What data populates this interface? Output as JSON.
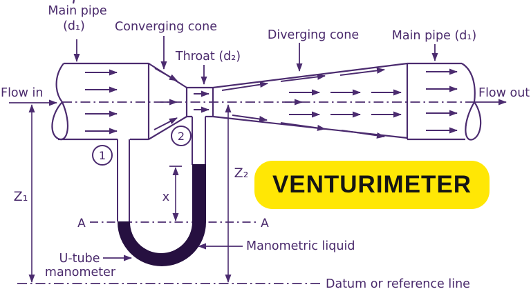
{
  "badge": {
    "text": "VENTURIMETER",
    "bg_color": "#FFE705",
    "text_color": "#151515"
  },
  "colors": {
    "line": "#4B2B6F",
    "text": "#4A2A6C",
    "liquid": "#261040",
    "background": "#FFFFFF"
  },
  "labels": {
    "main_pipe_left_l1": "Main pipe",
    "main_pipe_left_l2": "(d₁)",
    "converging_cone": "Converging cone",
    "throat": "Throat (d₂)",
    "diverging_cone": "Diverging cone",
    "main_pipe_right": "Main pipe (d₁)",
    "flow_in": "Flow in",
    "flow_out": "Flow out",
    "station_1": "1",
    "station_2": "2",
    "z1": "Z₁",
    "z2": "Z₂",
    "x_dim": "x",
    "section_a_left": "A",
    "section_a_right": "A",
    "u_tube_l1": "U-tube",
    "u_tube_l2": "manometer",
    "manometric_liquid": "Manometric liquid",
    "datum_line": "Datum or reference line"
  }
}
